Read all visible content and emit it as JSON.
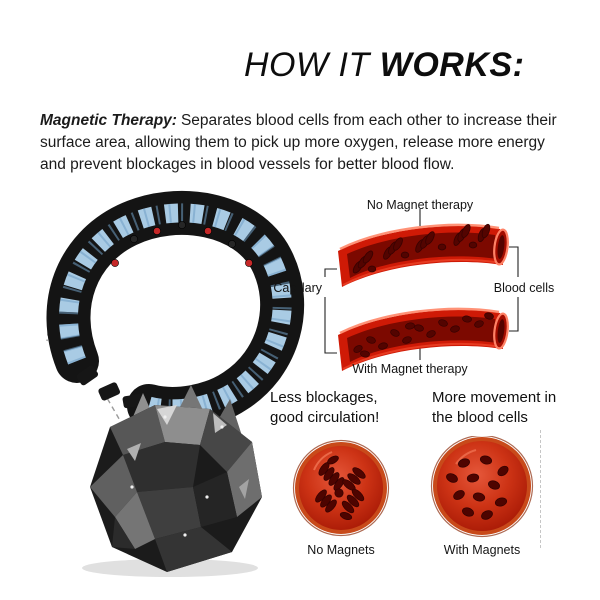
{
  "title": {
    "part1": "HOW IT",
    "part2": "WORKS:"
  },
  "intro": {
    "lead": "Magnetic Therapy:",
    "text": "Separates blood cells from each other to increase their surface area, allowing them to pick up more oxygen, release more energy and prevent blockages in blood vessels for better blood flow."
  },
  "vessel_diagram": {
    "top_label": "No Magnet therapy",
    "left_label": "Capillary",
    "right_label": "Blood cells",
    "bottom_label": "With Magnet therapy"
  },
  "benefits": {
    "left": "Less blockages, good circulation!",
    "right": "More movement in the blood cells"
  },
  "comparison": {
    "left_label": "No Magnets",
    "right_label": "With Magnets"
  },
  "illustrations": {
    "bracelet": "magnetic-therapy-bracelet",
    "mineral": "magnetite-stone",
    "vessel_top": "capillary-with-clumped-blood-cells",
    "vessel_bottom": "capillary-with-separated-blood-cells",
    "circle_left": "blood-cells-clumped-no-magnets",
    "circle_right": "blood-cells-dispersed-with-magnets"
  },
  "colors": {
    "vessel_red": "#cf1a06",
    "vessel_inner": "#7c0900",
    "cell_dark": "#530400",
    "circle_rim": "#c84a1a",
    "bracelet_black": "#141414",
    "bracelet_inlay_blue": "#a9cbe4",
    "text": "#111111"
  }
}
